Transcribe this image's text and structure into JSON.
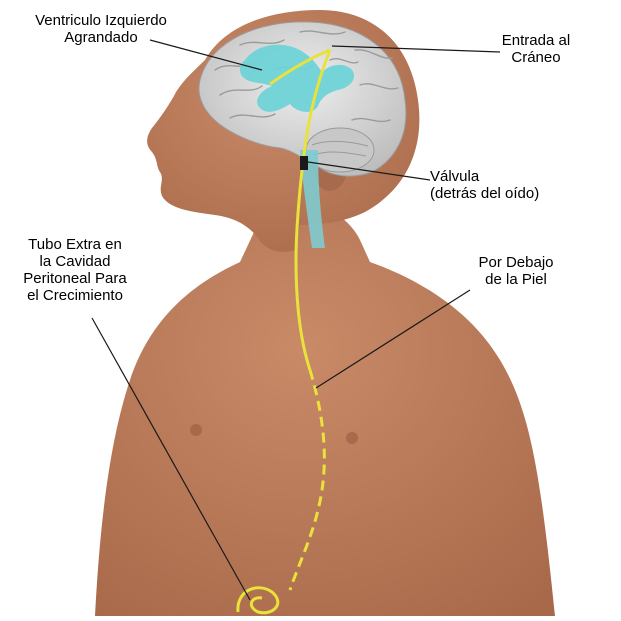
{
  "labels": {
    "ventricle": [
      "Ventriculo Izquierdo",
      "Agrandado"
    ],
    "skull_entry": [
      "Entrada al",
      "Cráneo"
    ],
    "valve": [
      "Válvula",
      "(detrás del oído)"
    ],
    "under_skin": [
      "Por Debajo",
      "de la Piel"
    ],
    "extra_tube": [
      "Tubo Extra en",
      "la Cavidad",
      "Peritoneal Para",
      "el Crecimiento"
    ]
  },
  "colors": {
    "skin": "#b87a5a",
    "skin_shadow": "#a86a4c",
    "brain": "#d8d8d8",
    "ventricle": "#6fd3d6",
    "shunt": "#e9e23a",
    "leader_line": "#1a1a1a"
  }
}
